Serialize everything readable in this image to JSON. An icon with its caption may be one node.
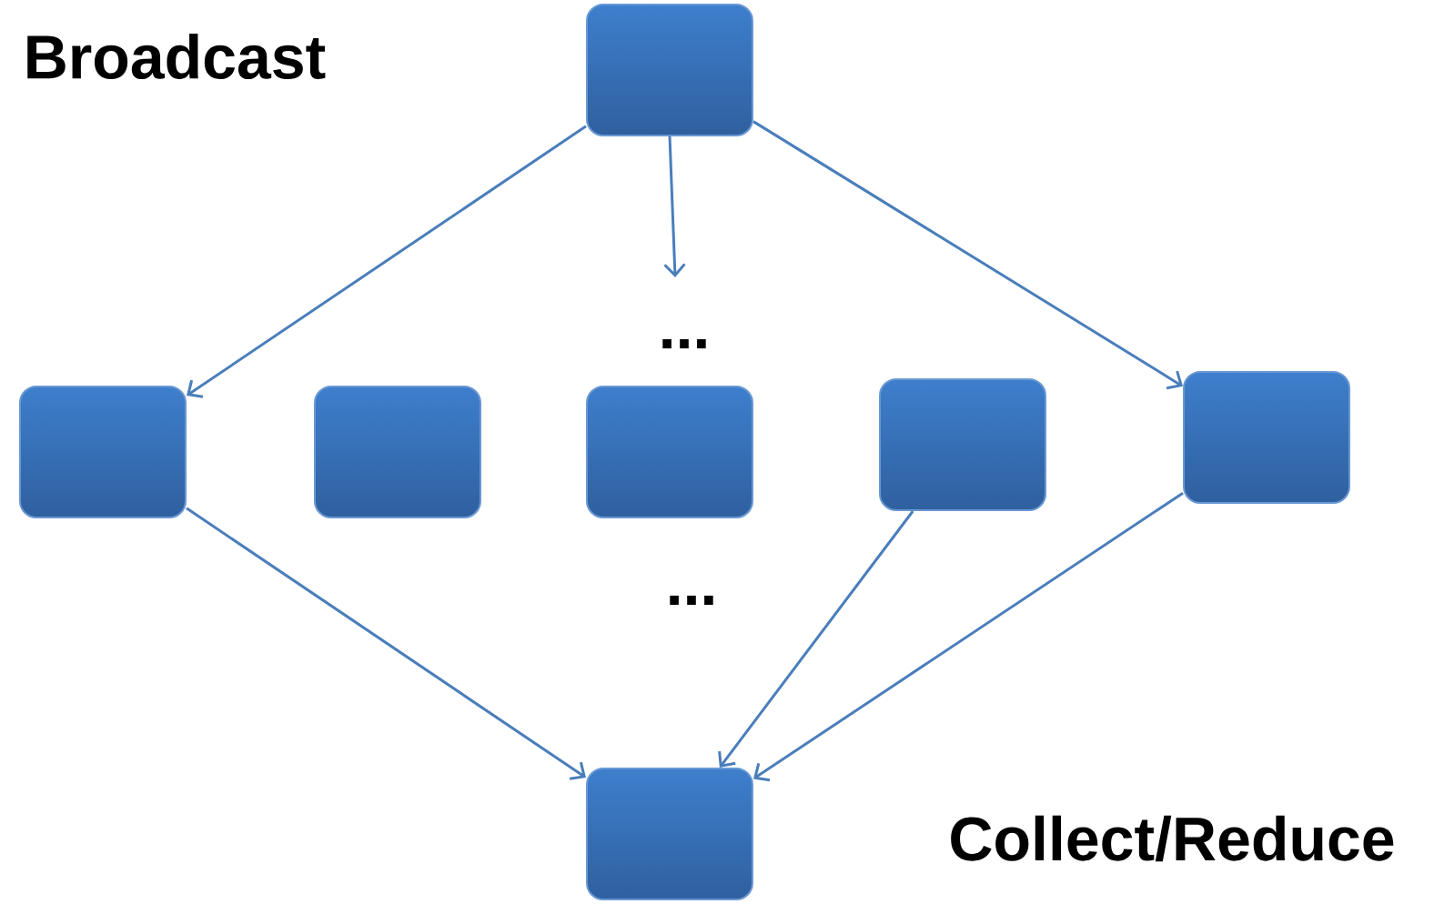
{
  "diagram": {
    "nodes": [
      {
        "text": [],
        "shape": "box"
      },
      {
        "text": [],
        "shape": "box"
      },
      {
        "text": [],
        "shape": "box"
      },
      {
        "text": [],
        "shape": "box"
      },
      {
        "text": [],
        "shape": "box"
      },
      {
        "text": [],
        "shape": "box"
      },
      {
        "text": [],
        "shape": "box"
      }
    ],
    "edges": [
      {
        "from": 0,
        "to": 1,
        "arrow": "to"
      },
      {
        "from": 0,
        "to": null,
        "arrow": "to"
      },
      {
        "from": 0,
        "to": 5,
        "arrow": "to"
      },
      {
        "from": 1,
        "to": 6,
        "arrow": "to"
      },
      {
        "from": 4,
        "to": 6,
        "arrow": "to"
      },
      {
        "from": 5,
        "to": 6,
        "arrow": "to"
      }
    ],
    "labels": [
      "Broadcast",
      "...",
      "...",
      "Collect/Reduce"
    ]
  }
}
